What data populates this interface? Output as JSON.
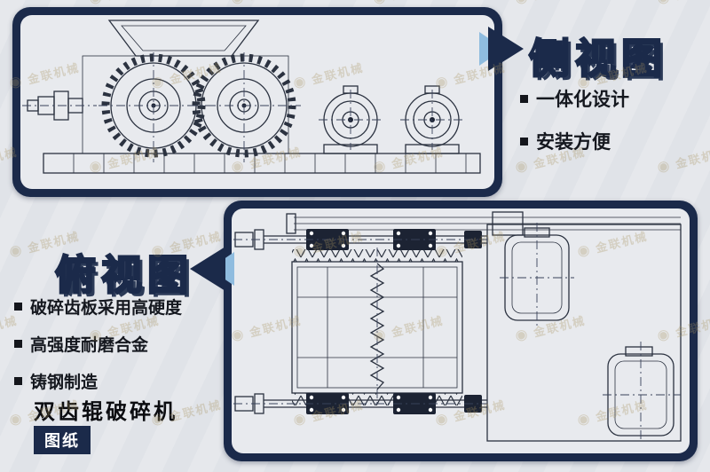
{
  "side_view": {
    "label": "侧视图",
    "features": [
      "一体化设计",
      "安装方便"
    ]
  },
  "top_view": {
    "label": "俯视图",
    "features": [
      "破碎齿板采用高硬度",
      "高强度耐磨合金",
      "铸钢制造"
    ]
  },
  "footer": {
    "title": "双齿辊破碎机",
    "badge": "图纸"
  },
  "watermark": {
    "logo_glyph": "◉",
    "text": "金联机械"
  },
  "colors": {
    "navy": "#1b2a4a",
    "accent_blue": "#8fbcdf",
    "label_gray": "#ccd3db",
    "line": "#2b3240"
  }
}
